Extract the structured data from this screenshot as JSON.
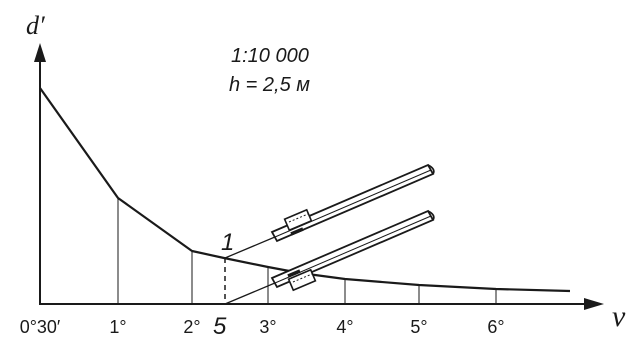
{
  "diagram": {
    "y_axis_label": "d′",
    "x_axis_label": "ν",
    "scale_text": "1:10 000",
    "height_text": "h = 2,5 м",
    "ticks": [
      "0°30′",
      "1°",
      "2°",
      "3°",
      "4°",
      "5°",
      "6°"
    ],
    "marker_top": "1",
    "marker_bottom": "5"
  },
  "colors": {
    "ink": "#1a1a1a",
    "background": "#ffffff"
  }
}
